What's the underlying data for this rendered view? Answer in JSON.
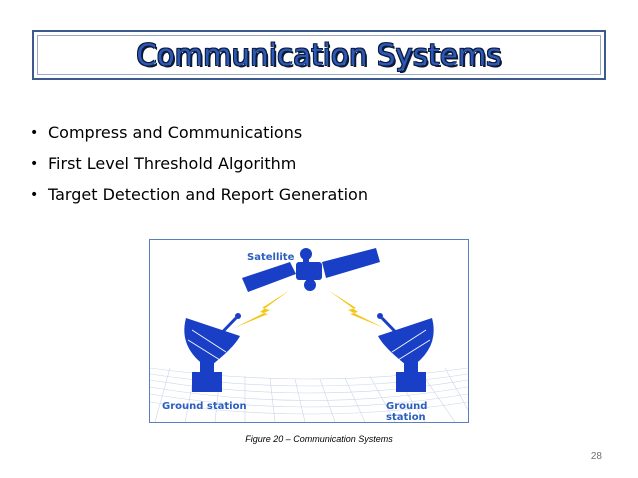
{
  "slide": {
    "title": "Communication Systems",
    "bullets": [
      "Compress and Communications",
      "First Level Threshold Algorithm",
      "Target Detection and Report Generation"
    ],
    "figure": {
      "satellite_label": "Satellite",
      "left_station_label": "Ground station",
      "right_station_label": "Ground station",
      "caption": "Figure  20 – Communication Systems"
    },
    "page_number": "28"
  },
  "colors": {
    "title": "#2c59b6",
    "satellite_blue": "#1a3fc7",
    "lightning": "#f5c518",
    "grid": "#c9d6ea"
  }
}
